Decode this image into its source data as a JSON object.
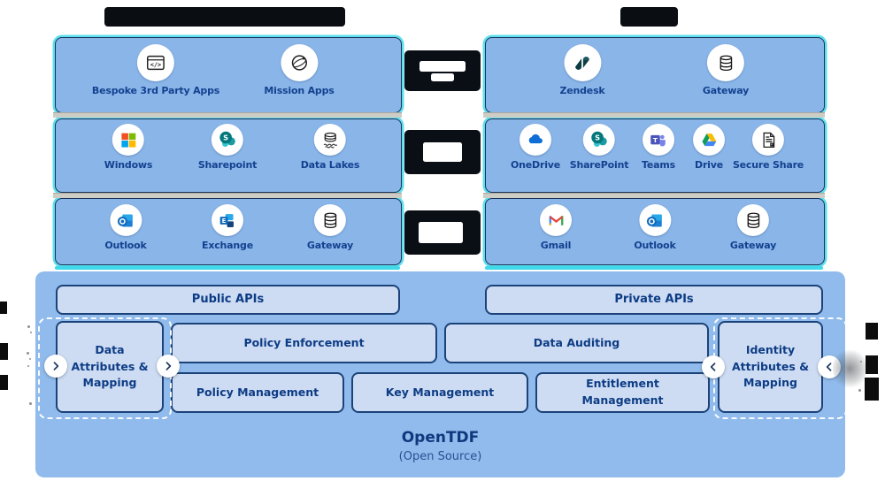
{
  "app_panels": {
    "left": {
      "rows": [
        {
          "items": [
            {
              "label": "Bespoke 3rd Party Apps",
              "icon": "bespoke-apps"
            },
            {
              "label": "Mission Apps",
              "icon": "mission-apps"
            }
          ]
        },
        {
          "items": [
            {
              "label": "Windows",
              "icon": "windows"
            },
            {
              "label": "Sharepoint",
              "icon": "sharepoint"
            },
            {
              "label": "Data Lakes",
              "icon": "data-lakes"
            }
          ]
        },
        {
          "items": [
            {
              "label": "Outlook",
              "icon": "outlook"
            },
            {
              "label": "Exchange",
              "icon": "exchange"
            },
            {
              "label": "Gateway",
              "icon": "gateway"
            }
          ]
        }
      ]
    },
    "right": {
      "rows": [
        {
          "items": [
            {
              "label": "Zendesk",
              "icon": "zendesk"
            },
            {
              "label": "Gateway",
              "icon": "gateway"
            }
          ]
        },
        {
          "items": [
            {
              "label": "OneDrive",
              "icon": "onedrive"
            },
            {
              "label": "SharePoint",
              "icon": "sharepoint"
            },
            {
              "label": "Teams",
              "icon": "teams"
            },
            {
              "label": "Drive",
              "icon": "drive"
            },
            {
              "label": "Secure Share",
              "icon": "secure-share"
            }
          ]
        },
        {
          "items": [
            {
              "label": "Gmail",
              "icon": "gmail"
            },
            {
              "label": "Outlook",
              "icon": "outlook"
            },
            {
              "label": "Gateway",
              "icon": "gateway"
            }
          ]
        }
      ]
    }
  },
  "platform": {
    "title": "OpenTDF",
    "subtitle": "(Open Source)",
    "api_bars": {
      "public": "Public APIs",
      "private": "Private APIs"
    },
    "modules": {
      "data_attributes": "Data Attributes & Mapping",
      "policy_enforcement": "Policy Enforcement",
      "data_auditing": "Data Auditing",
      "identity_attributes": "Identity Attributes & Mapping",
      "policy_management": "Policy Management",
      "key_management": "Key Management",
      "entitlement_management": "Entitlement Management"
    }
  },
  "colors": {
    "panel_blue": "#89b5e9",
    "platform_blue": "#90bbec",
    "module_fill": "#cddcf3",
    "navy_border": "#1b4379",
    "navy_text": "#0d3c85",
    "cyan_accent": "#3fd9ea",
    "dark_box": "#0a0e15"
  }
}
